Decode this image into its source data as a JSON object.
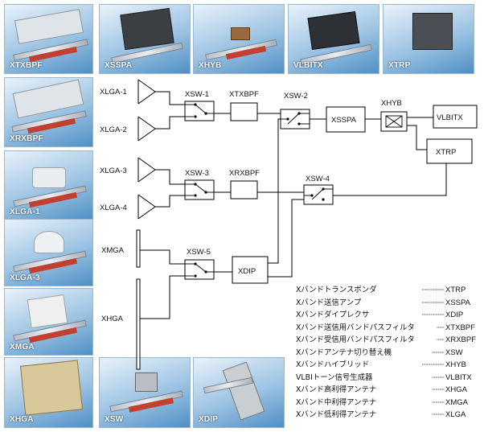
{
  "photos": [
    {
      "id": "xtxbpf",
      "label": "XTXBPF"
    },
    {
      "id": "xsspa",
      "label": "XSSPA"
    },
    {
      "id": "xhyb",
      "label": "XHYB"
    },
    {
      "id": "vlbitx",
      "label": "VLBITX"
    },
    {
      "id": "xtrp",
      "label": "XTRP"
    },
    {
      "id": "xrxbpf",
      "label": "XRXBPF"
    },
    {
      "id": "xlga1",
      "label": "XLGA-1"
    },
    {
      "id": "xlga3",
      "label": "XLGA-3"
    },
    {
      "id": "xmga",
      "label": "XMGA"
    },
    {
      "id": "xhga",
      "label": "XHGA"
    },
    {
      "id": "xsw",
      "label": "XSW"
    },
    {
      "id": "xdip",
      "label": "XDIP"
    }
  ],
  "diagram": {
    "antennas": {
      "xlga1": "XLGA-1",
      "xlga2": "XLGA-2",
      "xlga3": "XLGA-3",
      "xlga4": "XLGA-4",
      "xmga": "XMGA",
      "xhga": "XHGA"
    },
    "switches": {
      "xsw1": "XSW-1",
      "xsw2": "XSW-2",
      "xsw3": "XSW-3",
      "xsw4": "XSW-4",
      "xsw5": "XSW-5"
    },
    "blocks": {
      "xtxbpf": "XTXBPF",
      "xrxbpf": "XRXBPF",
      "xsspa": "XSSPA",
      "xhyb": "XHYB",
      "vlbitx": "VLBITX",
      "xtrp": "XTRP",
      "xdip": "XDIP"
    }
  },
  "legend": [
    {
      "jp": "Xバンドトランスポンダ",
      "abbr": "XTRP"
    },
    {
      "jp": "Xバンド送信アンプ",
      "abbr": "XSSPA"
    },
    {
      "jp": "Xバンドダイプレクサ",
      "abbr": "XDIP"
    },
    {
      "jp": "Xバンド送信用バンドパスフィルタ",
      "abbr": "XTXBPF"
    },
    {
      "jp": "Xバンド受信用バンドパスフィルタ",
      "abbr": "XRXBPF"
    },
    {
      "jp": "Xバンドアンテナ切り替え機",
      "abbr": "XSW"
    },
    {
      "jp": "Xバンドハイブリッド",
      "abbr": "XHYB"
    },
    {
      "jp": "VLBIトーン信号生成器",
      "abbr": "VLBITX"
    },
    {
      "jp": "Xバンド高利得アンテナ",
      "abbr": "XHGA"
    },
    {
      "jp": "Xバンド中利得アンテナ",
      "abbr": "XMGA"
    },
    {
      "jp": "Xバンド低利得アンテナ",
      "abbr": "XLGA"
    }
  ],
  "colors": {
    "photo_blue": "#7fb1dc",
    "line": "#000000",
    "ruler_tag": "#c2402f"
  }
}
